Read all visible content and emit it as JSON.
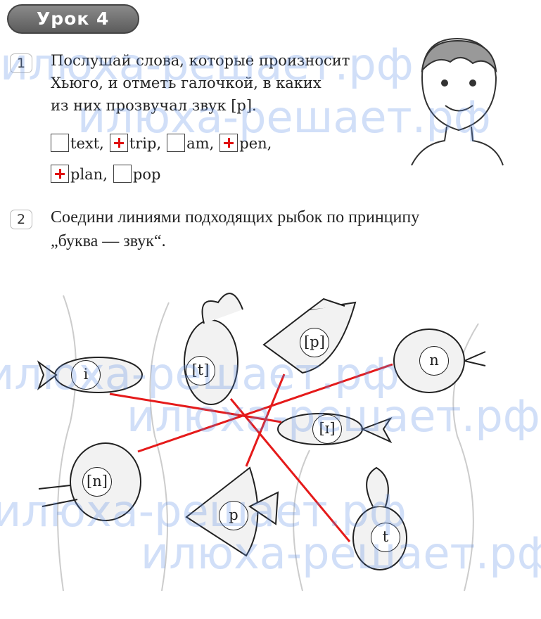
{
  "header": {
    "title": "Урок 4"
  },
  "task1": {
    "number": "1",
    "lines": [
      "Послушай слова, которые произносит",
      "Хьюго, и отметь галочкой, в каких",
      "из них прозвучал звук [р]."
    ],
    "options": [
      {
        "word": "text,",
        "checked": false
      },
      {
        "word": "trip,",
        "checked": true
      },
      {
        "word": "am,",
        "checked": false
      },
      {
        "word": "pen,",
        "checked": true
      },
      {
        "word": "plan,",
        "checked": true
      },
      {
        "word": "pop",
        "checked": false
      }
    ]
  },
  "task2": {
    "number": "2",
    "lines": [
      "Соедини линиями подходящих рыбок по принципу",
      "„буква — звук“."
    ],
    "fish": [
      "i",
      "[t]",
      "[p]",
      "n",
      "[ɪ]",
      "[n]",
      "p",
      "t"
    ],
    "connections": [
      [
        "i",
        "[ɪ]"
      ],
      [
        "[n]",
        "n"
      ],
      [
        "[t]",
        "t"
      ],
      [
        "[p]",
        "p"
      ]
    ]
  },
  "watermark": "илюха-решает.рф",
  "colors": {
    "line": "#e51a1a",
    "check": "#e01010",
    "watermark": "#5a8ce6"
  }
}
